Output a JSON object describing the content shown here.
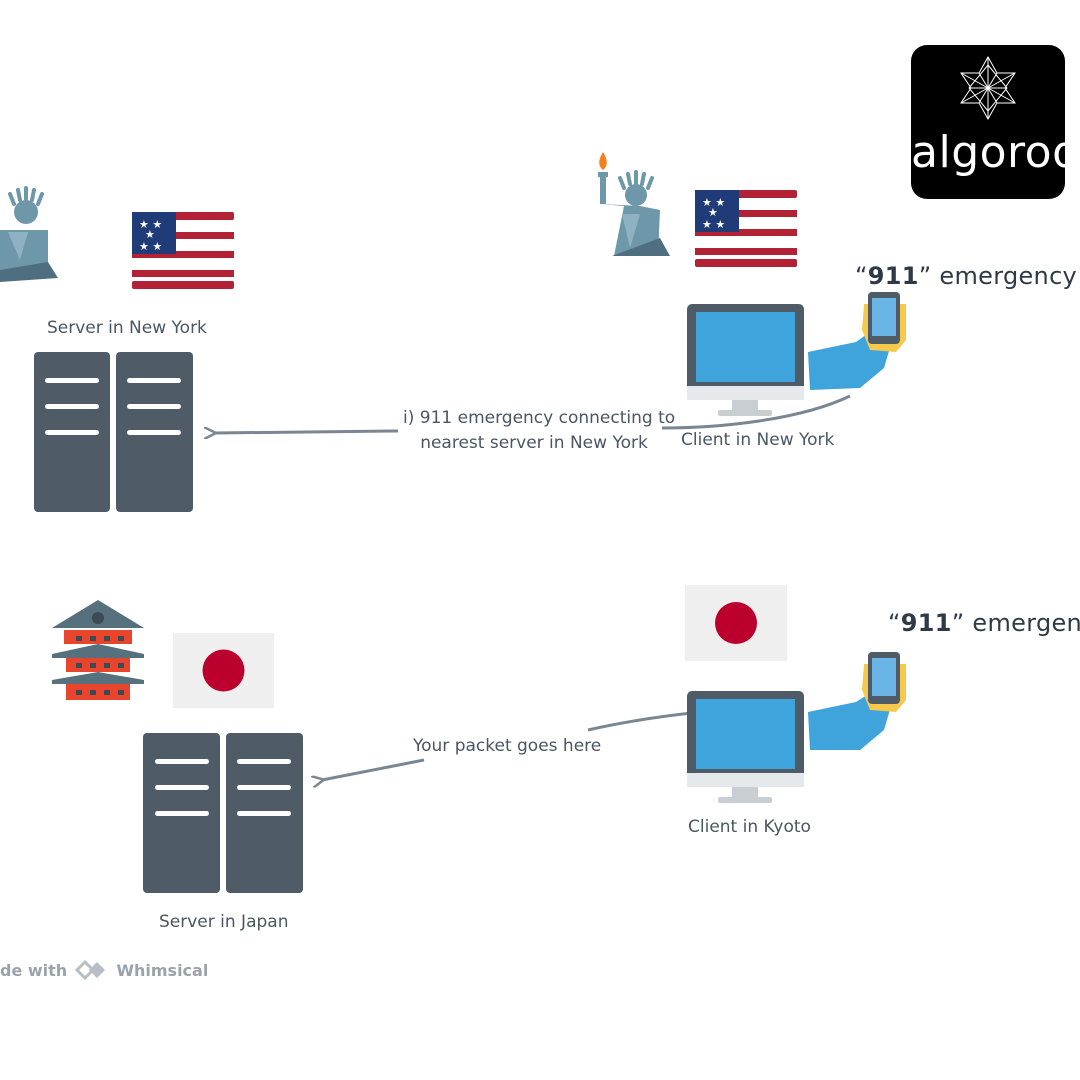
{
  "labels": {
    "server_ny": "Server in New York",
    "client_ny": "Client in New York",
    "client_kyoto": "Client in Kyoto",
    "server_japan": "Server in Japan"
  },
  "callouts": {
    "ny_quote_number": "911",
    "ny_quote_rest": "” emergency",
    "kyoto_quote_number": "911",
    "kyoto_quote_rest": "” emergenc"
  },
  "edges": {
    "ny_line1": "i) 911 emergency connecting to",
    "ny_line2": "nearest server in New York",
    "kyoto": "Your packet goes here"
  },
  "brand": {
    "logo_text": "algoroq",
    "watermark_prefix": "de with",
    "watermark_name": "Whimsical"
  },
  "colors": {
    "server": "#4f5c68",
    "monitor_screen": "#3fa3dc",
    "statue": "#6e97aa",
    "flag_red": "#b22234",
    "flag_blue": "#1f3c78",
    "japan_red": "#bc002d",
    "arrow": "#7a8792"
  }
}
